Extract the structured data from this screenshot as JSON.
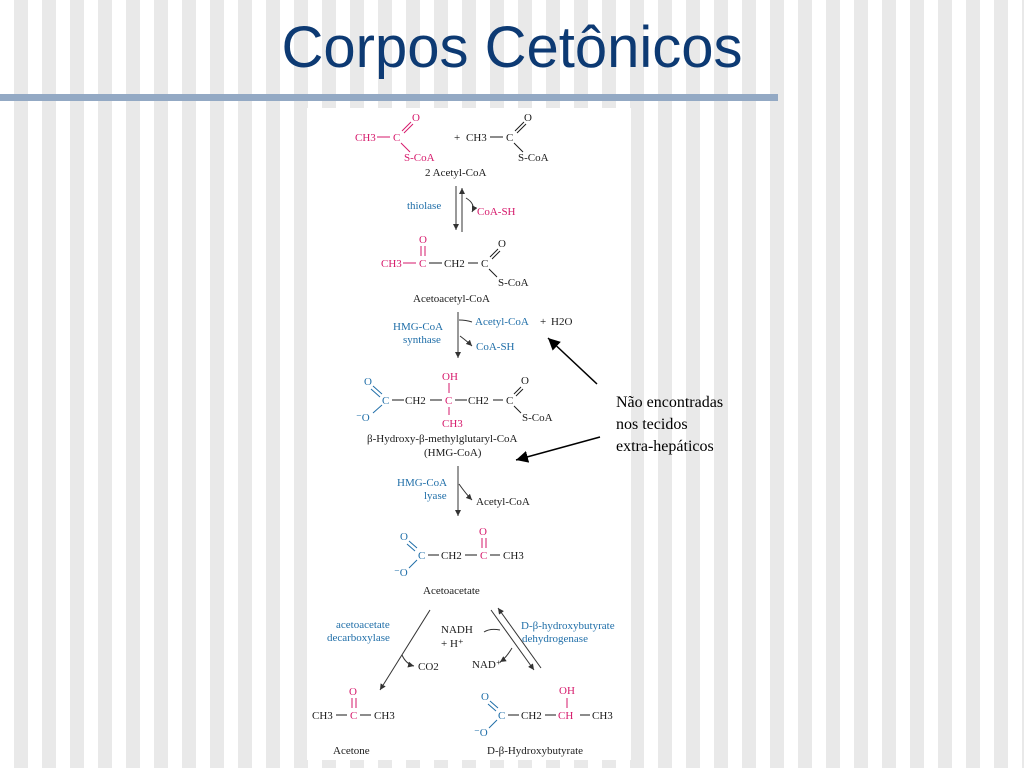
{
  "slide": {
    "title": "Corpos Cetônicos",
    "annotation": [
      "Não encontradas",
      "nos  tecidos",
      "extra-hepáticos"
    ]
  },
  "pathway": {
    "reactant1": {
      "group": "CH3",
      "carbon": "C",
      "o": "O",
      "scoa": "S-CoA"
    },
    "plus": "+",
    "reactant2": {
      "group": "CH3",
      "carbon": "C",
      "o": "O",
      "scoa": "S-CoA"
    },
    "reactants_label": "2 Acetyl-CoA",
    "step1": {
      "enzyme": "thiolase",
      "product": "CoA-SH"
    },
    "acetoacetyl": {
      "ch3": "CH3",
      "c1": "C",
      "ch2": "CH2",
      "c2": "C",
      "o": "O",
      "scoa": "S-CoA",
      "label": "Acetoacetyl-CoA"
    },
    "step2": {
      "enzyme_line1": "HMG-CoA",
      "enzyme_line2": "synthase",
      "input": "Acetyl-CoA",
      "plus": "+",
      "water": "H2O",
      "output": "CoA-SH"
    },
    "hmg": {
      "o": "O",
      "o_minus": "⁻O",
      "c1": "C",
      "ch2a": "CH2",
      "c_center": "C",
      "oh": "OH",
      "ch3": "CH3",
      "ch2b": "CH2",
      "c2": "C",
      "scoa": "S-CoA",
      "label1": "β-Hydroxy-β-methylglutaryl-CoA",
      "label2": "(HMG-CoA)"
    },
    "step3": {
      "enzyme_line1": "HMG-CoA",
      "enzyme_line2": "lyase",
      "output": "Acetyl-CoA"
    },
    "acetoacetate": {
      "o": "O",
      "o_minus": "⁻O",
      "c1": "C",
      "ch2": "CH2",
      "c2": "C",
      "ch3": "CH3",
      "label": "Acetoacetate"
    },
    "step4a": {
      "enzyme_line1": "acetoacetate",
      "enzyme_line2": "decarboxylase",
      "output": "CO2"
    },
    "cofactor": {
      "nadh": "NADH",
      "h": "+ H⁺",
      "nad": "NAD⁺"
    },
    "step4b": {
      "enzyme_line1": "D-β-hydroxybutyrate",
      "enzyme_line2": "dehydrogenase"
    },
    "acetone": {
      "ch3a": "CH3",
      "c": "C",
      "ch3b": "CH3",
      "o": "O",
      "label": "Acetone"
    },
    "hydroxybutyrate": {
      "o": "O",
      "o_minus": "⁻O",
      "c1": "C",
      "ch2": "CH2",
      "ch": "CH",
      "oh": "OH",
      "ch3": "CH3",
      "label": "D-β-Hydroxybutyrate"
    }
  },
  "colors": {
    "title": "#0d3a73",
    "magenta": "#d6196b",
    "blue": "#1f6ea8",
    "rule": "#93a9c4"
  }
}
